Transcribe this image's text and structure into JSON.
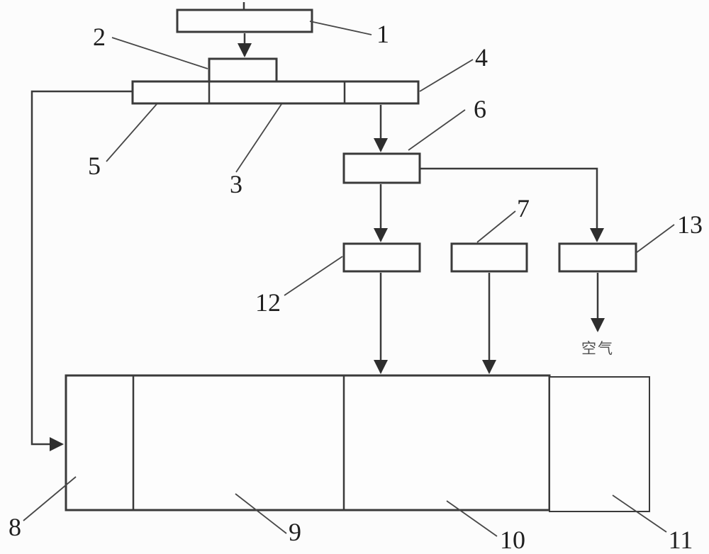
{
  "diagram": {
    "type": "patent-process-flow-diagram",
    "callouts": {
      "c1": "1",
      "c2": "2",
      "c3": "3",
      "c4": "4",
      "c5": "5",
      "c6": "6",
      "c7": "7",
      "c8": "8",
      "c9": "9",
      "c10": "10",
      "c11": "11",
      "c12": "12",
      "c13": "13"
    },
    "annotations": {
      "air": "空气"
    },
    "colors": {
      "line": "#3a3a3a",
      "label": "#1f1f1f",
      "air_text": "#4f4f4f",
      "background": "#fcfcfc"
    }
  }
}
